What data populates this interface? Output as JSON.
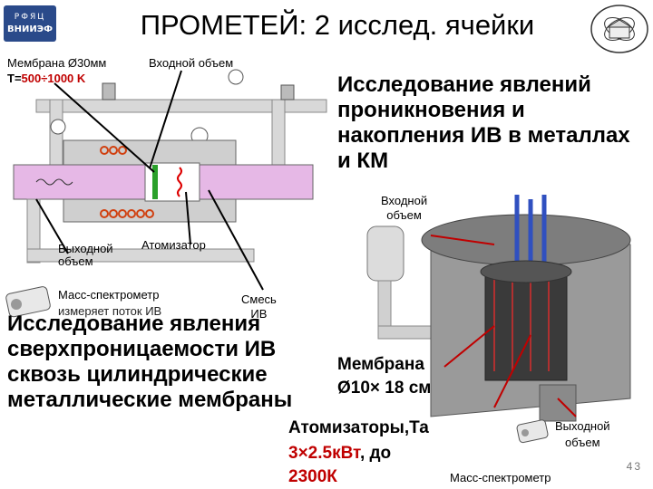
{
  "header": {
    "logo_top": "РФЯЦ",
    "logo_bottom": "ВНИИЭФ",
    "title": "ПРОМЕТЕЙ: 2 исслед. ячейки"
  },
  "diagram_top": {
    "membrane_label": "Мембрана Ø30мм",
    "input_volume_label": "Входной объем",
    "temp_prefix": "T=",
    "temp_value": "500÷1000 K",
    "output_volume_label": "Выходной\nобъем",
    "atomizer_label": "Атомизатор",
    "mass_spec_label": "Масс-спектрометр",
    "mass_spec_caption": "измеряет поток ИВ",
    "mixture_label": "Смесь\nИВ"
  },
  "right_top": {
    "heading": "Исследование явлений проникновения и накопления ИВ в металлах  и КМ",
    "input_volume_label": "Входной\nобъем"
  },
  "bottom": {
    "heading": "Исследование явления сверхпроницаемости ИВ сквозь цилиндрические металлические мембраны",
    "membrane_label": "Мембрана",
    "membrane_size": "Ø10× 18 см",
    "atomizers_label": "Атомизаторы,Та",
    "atomizers_power": "3×2.5кВт",
    "atomizers_sep": ", до",
    "atomizers_temp": "2300К",
    "output_volume_label": "Выходной\nобъем",
    "mass_spec_label": "Масс-спектрометр"
  },
  "page_number": "43",
  "colors": {
    "accent_red": "#c00000",
    "logo_blue": "#2a4a8a"
  },
  "icons": [
    "logo",
    "seal-emblem",
    "mass-spectrometer-icon",
    "pressure-gauge-icon",
    "valve-icon"
  ]
}
